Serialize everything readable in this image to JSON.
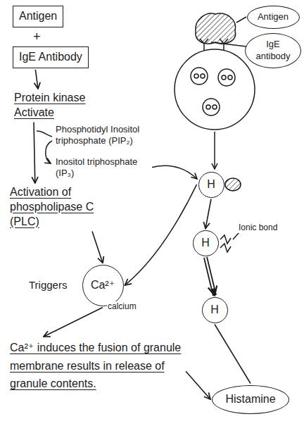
{
  "diagram": {
    "nodes": [
      {
        "text": [
          "Antigen"
        ]
      },
      {
        "text": [
          "IgE Antibody"
        ]
      },
      {
        "text": [
          "Protein kinase Activate"
        ]
      },
      {
        "text": [
          "Activation of phospholipase C (PLC)"
        ]
      },
      {
        "text": [
          "Ca²⁺"
        ]
      },
      {
        "text": [
          "Ca²⁺ induces the fusion of granule membrane results in release of granule contents."
        ]
      },
      {
        "text": [
          "Histamine"
        ]
      },
      {
        "text": [
          "Antigen"
        ]
      },
      {
        "text": [
          "IgE",
          "antibody"
        ]
      },
      {
        "text": [
          "H"
        ]
      },
      {
        "text": [
          "H"
        ]
      },
      {
        "text": [
          "H"
        ]
      }
    ],
    "edges": [
      {
        "from": 1,
        "to": 2,
        "arrow": "to"
      },
      {
        "from": 2,
        "to": 3,
        "arrow": "to"
      },
      {
        "from": 3,
        "to": 4,
        "arrow": "to"
      },
      {
        "from": 4,
        "to": 5,
        "arrow": "to"
      },
      {
        "from": 5,
        "to": 6,
        "arrow": "to"
      },
      {
        "from": 9,
        "to": 4,
        "arrow": "to"
      },
      {
        "from": 9,
        "to": 10,
        "arrow": "to"
      },
      {
        "from": 10,
        "to": 11,
        "arrow": "to"
      },
      {
        "from": 11,
        "to": 6,
        "arrow": "none"
      }
    ],
    "labels": [
      "+",
      "Phosphotidyl Inositol triphosphate (PIP₂)",
      "Inositol triphosphate (IP₃)",
      "Triggers",
      "calcium",
      "Ionic bond"
    ]
  }
}
